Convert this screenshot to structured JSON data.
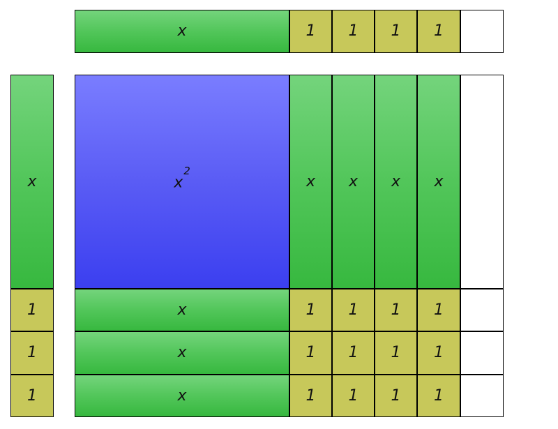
{
  "labels": {
    "x": "x",
    "one": "1",
    "x_squared_base": "x",
    "x_squared_exp": "2"
  },
  "colors": {
    "x_tile": "#52c65a",
    "x_squared_tile": "#5a5cf5",
    "unit_tile": "#c7c85a",
    "border": "#000000"
  },
  "top_row": [
    "x",
    "1",
    "1",
    "1",
    "1",
    ""
  ],
  "left_column": [
    "x",
    "1",
    "1",
    "1"
  ],
  "grid": [
    [
      "x²",
      "x",
      "x",
      "x",
      "x",
      ""
    ],
    [
      "x",
      "1",
      "1",
      "1",
      "1",
      ""
    ],
    [
      "x",
      "1",
      "1",
      "1",
      "1",
      ""
    ],
    [
      "x",
      "1",
      "1",
      "1",
      "1",
      ""
    ]
  ]
}
